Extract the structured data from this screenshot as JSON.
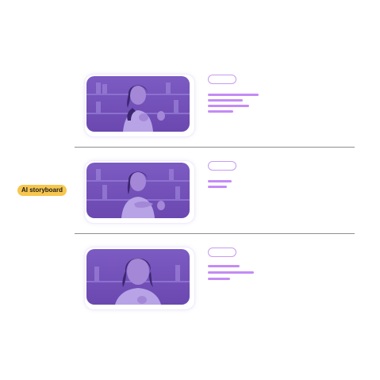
{
  "badge": {
    "label": "AI storyboard",
    "color": "#f6c64f"
  },
  "accent_colors": {
    "thumbnail_tint": "#6e4bb5",
    "text_line": "#c48bf5",
    "pill_border": "#c79cf2",
    "divider": "#8e8e8e"
  },
  "scenes": [
    {
      "thumbnail": "woman-speaking-gesturing-scene",
      "text_placeholder_lines": 4
    },
    {
      "thumbnail": "woman-speaking-hand-on-chest-scene",
      "text_placeholder_lines": 2
    },
    {
      "thumbnail": "woman-speaking-close-up-scene",
      "text_placeholder_lines": 3
    }
  ]
}
